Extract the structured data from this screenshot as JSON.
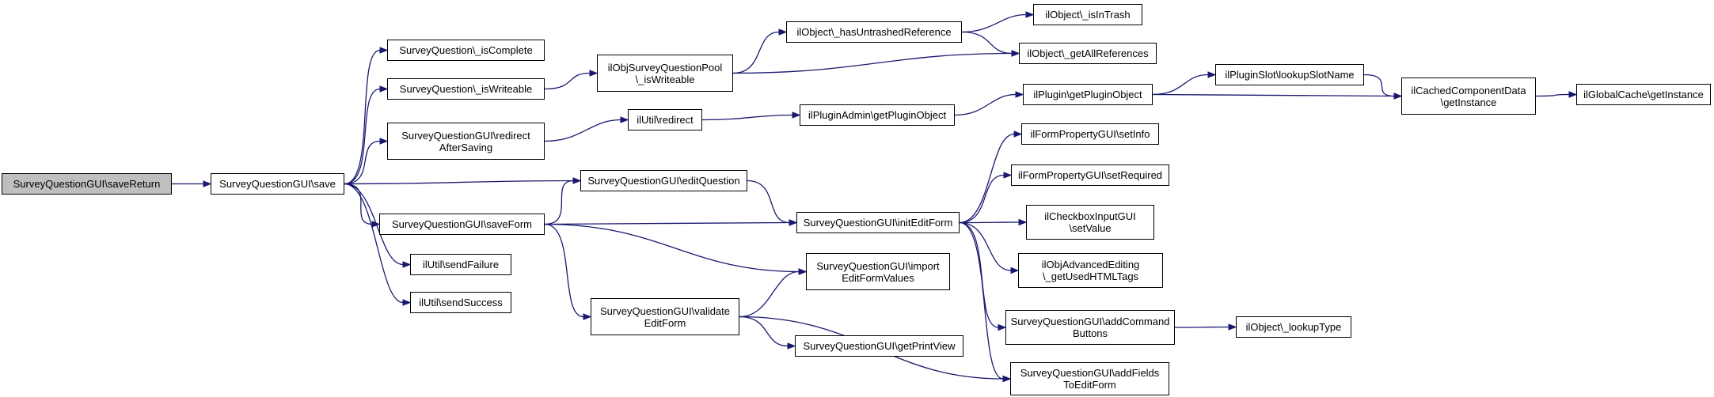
{
  "graph": {
    "nodes": [
      {
        "id": "n1",
        "label": "SurveyQuestionGUI\\saveReturn",
        "root": true
      },
      {
        "id": "n2",
        "label": "SurveyQuestionGUI\\save"
      },
      {
        "id": "n3",
        "label": "SurveyQuestion\\_isComplete"
      },
      {
        "id": "n4",
        "label": "SurveyQuestion\\_isWriteable"
      },
      {
        "id": "n5",
        "label": "ilObjSurveyQuestionPool\n\\_isWriteable"
      },
      {
        "id": "n6",
        "label": "ilObject\\_hasUntrashedReference"
      },
      {
        "id": "n7",
        "label": "ilObject\\_isInTrash"
      },
      {
        "id": "n8",
        "label": "ilObject\\_getAllReferences"
      },
      {
        "id": "n9",
        "label": "SurveyQuestionGUI\\redirect\nAfterSaving"
      },
      {
        "id": "n10",
        "label": "ilUtil\\redirect"
      },
      {
        "id": "n11",
        "label": "ilPluginAdmin\\getPluginObject"
      },
      {
        "id": "n12",
        "label": "ilPlugin\\getPluginObject"
      },
      {
        "id": "n13",
        "label": "ilPluginSlot\\lookupSlotName"
      },
      {
        "id": "n14",
        "label": "ilCachedComponentData\n\\getInstance"
      },
      {
        "id": "n15",
        "label": "ilGlobalCache\\getInstance"
      },
      {
        "id": "n16",
        "label": "SurveyQuestionGUI\\editQuestion"
      },
      {
        "id": "n17",
        "label": "SurveyQuestionGUI\\initEditForm"
      },
      {
        "id": "n18",
        "label": "SurveyQuestionGUI\\saveForm"
      },
      {
        "id": "n19",
        "label": "ilUtil\\sendFailure"
      },
      {
        "id": "n20",
        "label": "ilUtil\\sendSuccess"
      },
      {
        "id": "n21",
        "label": "SurveyQuestionGUI\\import\nEditFormValues"
      },
      {
        "id": "n22",
        "label": "SurveyQuestionGUI\\validate\nEditForm"
      },
      {
        "id": "n23",
        "label": "SurveyQuestionGUI\\getPrintView"
      },
      {
        "id": "n24",
        "label": "SurveyQuestionGUI\\addFields\nToEditForm"
      },
      {
        "id": "n25",
        "label": "ilFormPropertyGUI\\setInfo"
      },
      {
        "id": "n26",
        "label": "ilFormPropertyGUI\\setRequired"
      },
      {
        "id": "n27",
        "label": "ilCheckboxInputGUI\n\\setValue"
      },
      {
        "id": "n28",
        "label": "ilObjAdvancedEditing\n\\_getUsedHTMLTags"
      },
      {
        "id": "n29",
        "label": "SurveyQuestionGUI\\addCommand\nButtons"
      },
      {
        "id": "n30",
        "label": "ilObject\\_lookupType"
      }
    ],
    "edges": [
      {
        "from": "n1",
        "to": "n2"
      },
      {
        "from": "n2",
        "to": "n3"
      },
      {
        "from": "n2",
        "to": "n4"
      },
      {
        "from": "n2",
        "to": "n9"
      },
      {
        "from": "n2",
        "to": "n16"
      },
      {
        "from": "n2",
        "to": "n18"
      },
      {
        "from": "n2",
        "to": "n19"
      },
      {
        "from": "n2",
        "to": "n20"
      },
      {
        "from": "n4",
        "to": "n5"
      },
      {
        "from": "n5",
        "to": "n6"
      },
      {
        "from": "n5",
        "to": "n8"
      },
      {
        "from": "n6",
        "to": "n7"
      },
      {
        "from": "n6",
        "to": "n8"
      },
      {
        "from": "n9",
        "to": "n10"
      },
      {
        "from": "n10",
        "to": "n11"
      },
      {
        "from": "n11",
        "to": "n12"
      },
      {
        "from": "n12",
        "to": "n13"
      },
      {
        "from": "n12",
        "to": "n14"
      },
      {
        "from": "n13",
        "to": "n14"
      },
      {
        "from": "n14",
        "to": "n15"
      },
      {
        "from": "n16",
        "to": "n17"
      },
      {
        "from": "n18",
        "to": "n16"
      },
      {
        "from": "n18",
        "to": "n17"
      },
      {
        "from": "n18",
        "to": "n21"
      },
      {
        "from": "n18",
        "to": "n22"
      },
      {
        "from": "n22",
        "to": "n21"
      },
      {
        "from": "n22",
        "to": "n23"
      },
      {
        "from": "n22",
        "to": "n24"
      },
      {
        "from": "n17",
        "to": "n25"
      },
      {
        "from": "n17",
        "to": "n26"
      },
      {
        "from": "n17",
        "to": "n27"
      },
      {
        "from": "n17",
        "to": "n28"
      },
      {
        "from": "n17",
        "to": "n29"
      },
      {
        "from": "n17",
        "to": "n24"
      },
      {
        "from": "n29",
        "to": "n30"
      }
    ]
  }
}
